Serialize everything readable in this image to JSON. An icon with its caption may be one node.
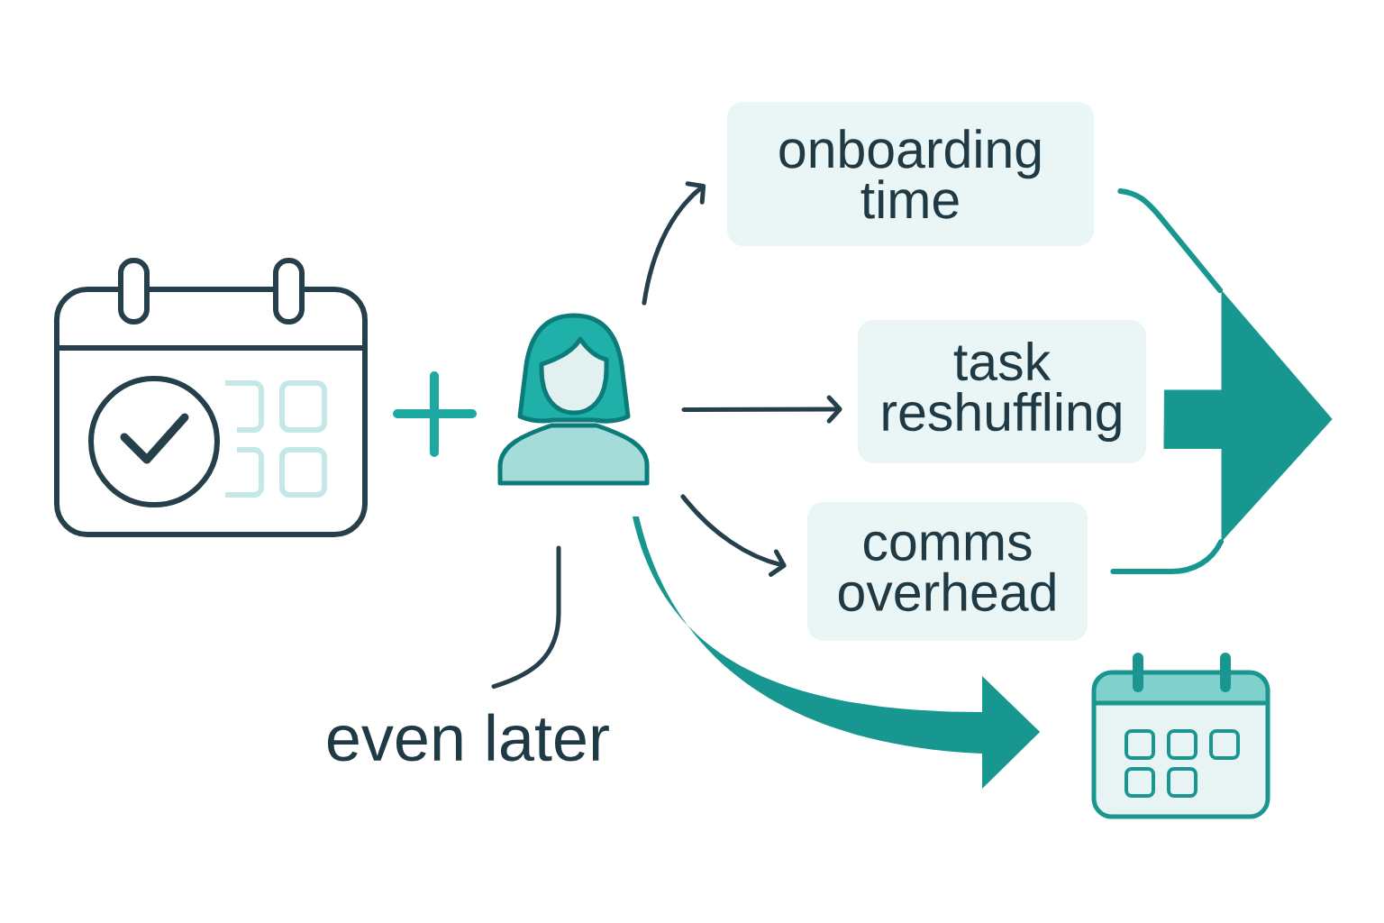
{
  "diagram": {
    "nodes": [
      {
        "text": [],
        "shape": "picture"
      },
      {
        "text": [],
        "shape": "person"
      },
      {
        "text": [
          "onboarding time"
        ]
      },
      {
        "text": [
          "task reshuffling"
        ]
      },
      {
        "text": [
          "comms overhead"
        ]
      },
      {
        "text": [],
        "shape": "picture"
      },
      {
        "text": [
          "even later"
        ]
      }
    ],
    "edges": [
      {
        "from": 1,
        "to": 2,
        "arrow": "to"
      },
      {
        "from": 1,
        "to": 3,
        "arrow": "to"
      },
      {
        "from": 1,
        "to": 4,
        "arrow": "to"
      },
      {
        "from": 6,
        "to": 1,
        "arrow": "none"
      },
      {
        "from": 1,
        "to": 5,
        "arrow": "to",
        "style": "thick",
        "color": "#17978f"
      },
      {
        "from": 2,
        "to": null,
        "arrow": "none",
        "color": "#17978f"
      },
      {
        "from": 3,
        "to": null,
        "arrow": "to",
        "style": "thick",
        "color": "#17978f"
      },
      {
        "from": 4,
        "to": null,
        "arrow": "none",
        "color": "#17978f"
      }
    ]
  }
}
